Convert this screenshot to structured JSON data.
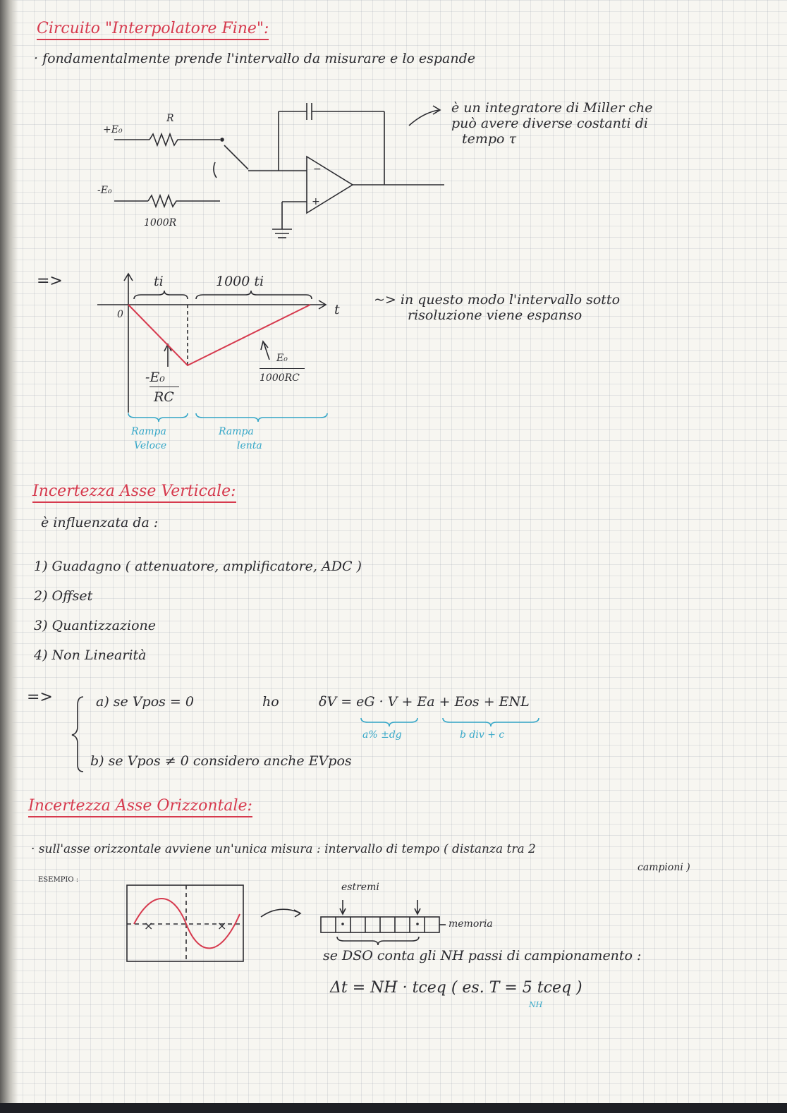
{
  "section1": {
    "title": "Circuito \"Interpolatore Fine\":",
    "line1": "· fondamentalmente prende l'intervallo da misurare e lo espande",
    "circuit": {
      "r_top_label": "R",
      "r_bottom_label": "1000R",
      "source_top": "+E₀",
      "source_bottom": "-E₀"
    },
    "miller_note": [
      "è un integratore di Miller che",
      "può avere diverse costanti di",
      "tempo τ"
    ],
    "graph": {
      "arrow": "=>",
      "origin": "0",
      "axis_t": "t",
      "ti_label": "ti",
      "ti1000_label": "1000 ti",
      "slope_fast_num": "-E₀",
      "slope_fast_den": "RC",
      "slope_slow_num": "E₀",
      "slope_slow_den": "1000RC",
      "ramp_fast": [
        "Rampa",
        "Veloce"
      ],
      "ramp_slow": [
        "Rampa",
        "lenta"
      ]
    },
    "expand_note": [
      "~> in questo modo l'intervallo sotto",
      "risoluzione viene espanso"
    ]
  },
  "section2": {
    "title": "Incertezza Asse Verticale:",
    "intro": "è influenzata da :",
    "items": [
      "1) Guadagno ( attenuatore, amplificatore, ADC )",
      "2) Offset",
      "3) Quantizzazione",
      "4) Non Linearità"
    ],
    "case_arrow": "=>",
    "case_a": {
      "label": "a)  se  Vpos = 0",
      "ho": "ho",
      "formula": "δV = eG · V + Ea + Eos + ENL",
      "note1": "a% ±dg",
      "note2": "b div + c"
    },
    "case_b": "b) se Vpos ≠ 0  considero anche  EVpos"
  },
  "section3": {
    "title": "Incertezza Asse Orizzontale:",
    "line1": "· sull'asse orizzontale avviene un'unica misura : intervallo di tempo ( distanza tra 2",
    "line1_cont": "campioni )",
    "example_label": "ESEMPIO :",
    "extremes_label": "estremi",
    "memory_label": "memoria",
    "dso_line": "se DSO conta gli NH passi di campionamento :",
    "formula": "Δt = NH · tceq   ( es.  T = 5 tceq )",
    "formula_note": "NH"
  },
  "colors": {
    "title_red": "#d63a4e",
    "ink": "#2b2b30",
    "blue": "#35a7c8",
    "ramp_red": "#d63a4e"
  }
}
